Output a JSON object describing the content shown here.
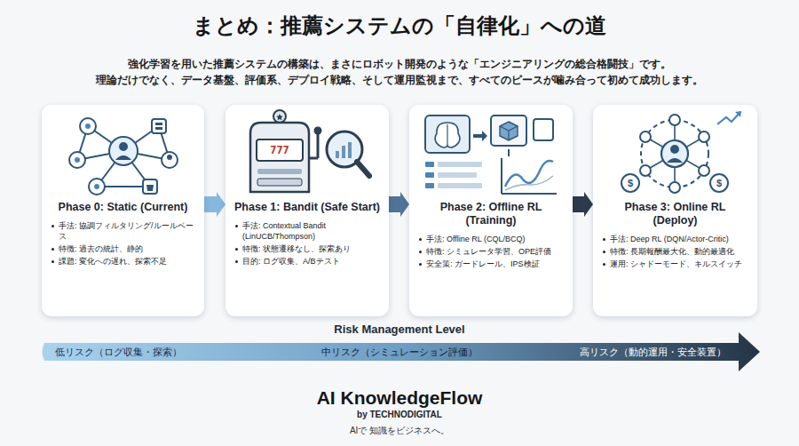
{
  "diagram": {
    "title": "まとめ：推薦システムの「自律化」への道",
    "nodes": [
      {
        "text": [
          "Phase 0: Static (Current)",
          "手法: 協調フィルタリング/ルールベース",
          "特徴: 過去の統計、静的",
          "課題: 変化への遅れ、探索不足"
        ]
      },
      {
        "text": [
          "Phase 1: Bandit (Safe Start)",
          "手法: Contextual Bandit (LinUCB/Thompson)",
          "特徴: 状態遷移なし、探索あり",
          "目的: ログ収集、A/Bテスト"
        ]
      },
      {
        "text": [
          "Phase 2: Offline RL (Training)",
          "手法: Offline RL (CQL/BCQ)",
          "特徴: シミュレータ学習、OPE評価",
          "安全策: ガードレール、IPS検証"
        ]
      },
      {
        "text": [
          "Phase 3: Online RL (Deploy)",
          "手法: Deep RL (DQN/Actor-Critic)",
          "特徴: 長期報酬最大化、動的最適化",
          "運用: シャドーモード、キルスイッチ"
        ]
      }
    ],
    "edges": [
      {
        "from": 0,
        "to": 1,
        "arrow": "to"
      },
      {
        "from": 1,
        "to": 2,
        "arrow": "to"
      },
      {
        "from": 2,
        "to": 3,
        "arrow": "to"
      }
    ],
    "labels": [
      "強化学習を用いた推薦システムの構築は、まさにロボット開発のような「エンジニアリングの総合格闘技」です。",
      "理論だけでなく、データ基盤、評価系、デプロイ戦略、そして運用監視まで、すべてのピースが噛み合って初めて成功します。",
      "777",
      "$",
      "$",
      "Risk Management Level",
      "低リスク（ログ収集・探索）",
      "中リスク（シミュレーション評価）",
      "高リスク（動的運用・安全装置）",
      "AI KnowledgeFlow",
      "by TECHNODIGITAL",
      "AIで 知識をビジネスへ。"
    ]
  }
}
